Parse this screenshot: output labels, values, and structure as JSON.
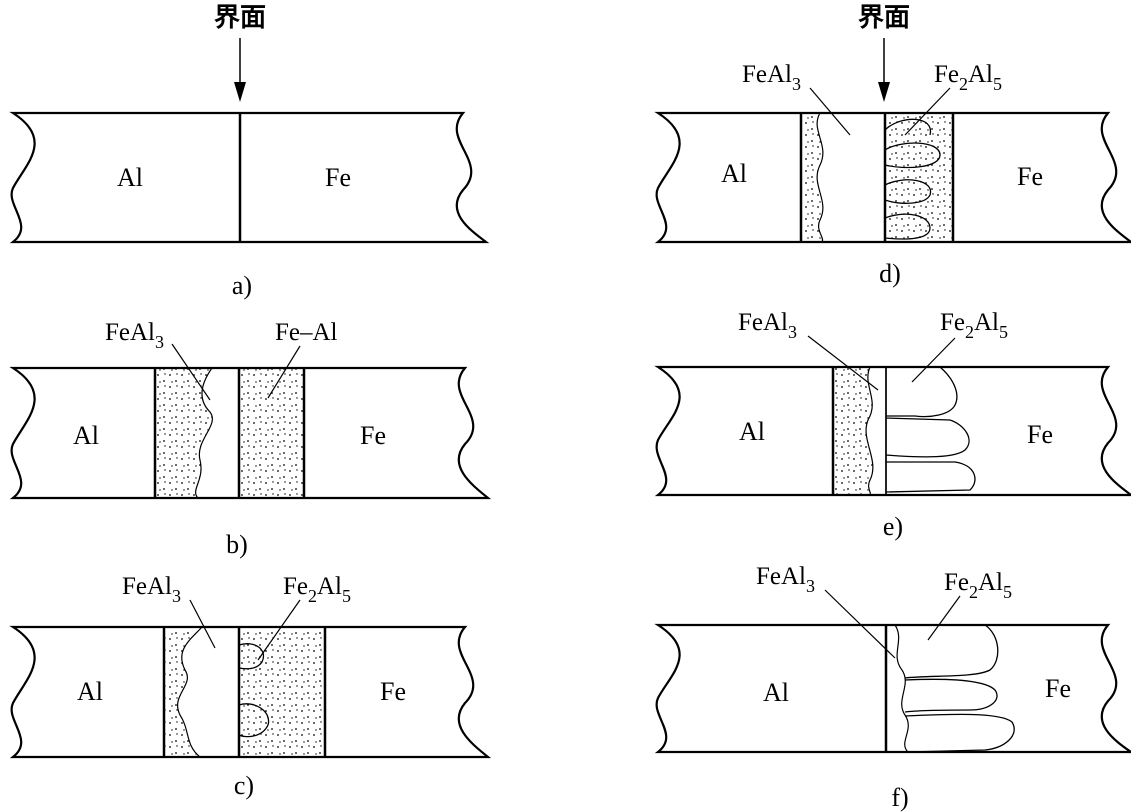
{
  "interface_label": "界面",
  "material_left": "Al",
  "material_right": "Fe",
  "phases": {
    "feal3_main": "FeAl",
    "feal3_sub": "3",
    "fe2al5_a": "Fe",
    "fe2al5_sub1": "2",
    "fe2al5_b": "Al",
    "fe2al5_sub2": "5",
    "fe_al": "Fe–Al"
  },
  "captions": {
    "a": "a)",
    "b": "b)",
    "c": "c)",
    "d": "d)",
    "e": "e)",
    "f": "f)"
  },
  "colors": {
    "line": "#000000",
    "background": "#ffffff"
  }
}
